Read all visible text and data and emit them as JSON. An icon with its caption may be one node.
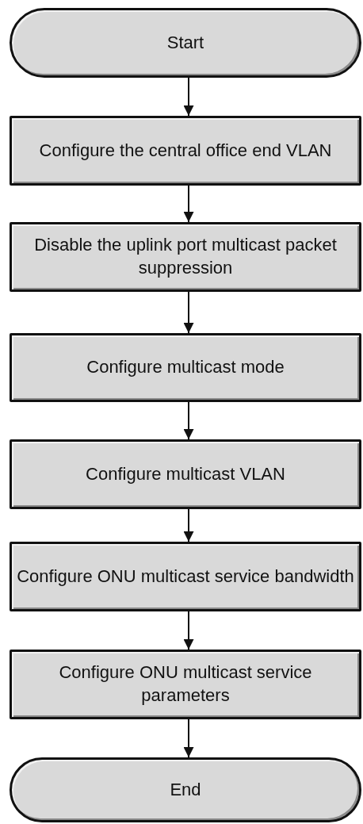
{
  "diagram": {
    "nodes": [
      {
        "text": [
          "Start"
        ]
      },
      {
        "text": [
          "Configure the central office end VLAN"
        ]
      },
      {
        "text": [
          "Disable the uplink port multicast packet suppression"
        ]
      },
      {
        "text": [
          "Configure multicast mode"
        ]
      },
      {
        "text": [
          "Configure multicast VLAN"
        ]
      },
      {
        "text": [
          "Configure ONU multicast service bandwidth"
        ]
      },
      {
        "text": [
          "Configure ONU multicast service parameters"
        ]
      },
      {
        "text": [
          "End"
        ]
      }
    ],
    "edges": [
      {
        "from": 0,
        "to": 1,
        "arrow": "to"
      },
      {
        "from": 1,
        "to": 2,
        "arrow": "to"
      },
      {
        "from": 2,
        "to": 3,
        "arrow": "to"
      },
      {
        "from": 3,
        "to": 4,
        "arrow": "to"
      },
      {
        "from": 4,
        "to": 5,
        "arrow": "to"
      },
      {
        "from": 5,
        "to": 6,
        "arrow": "to"
      },
      {
        "from": 6,
        "to": 7,
        "arrow": "to"
      }
    ]
  }
}
